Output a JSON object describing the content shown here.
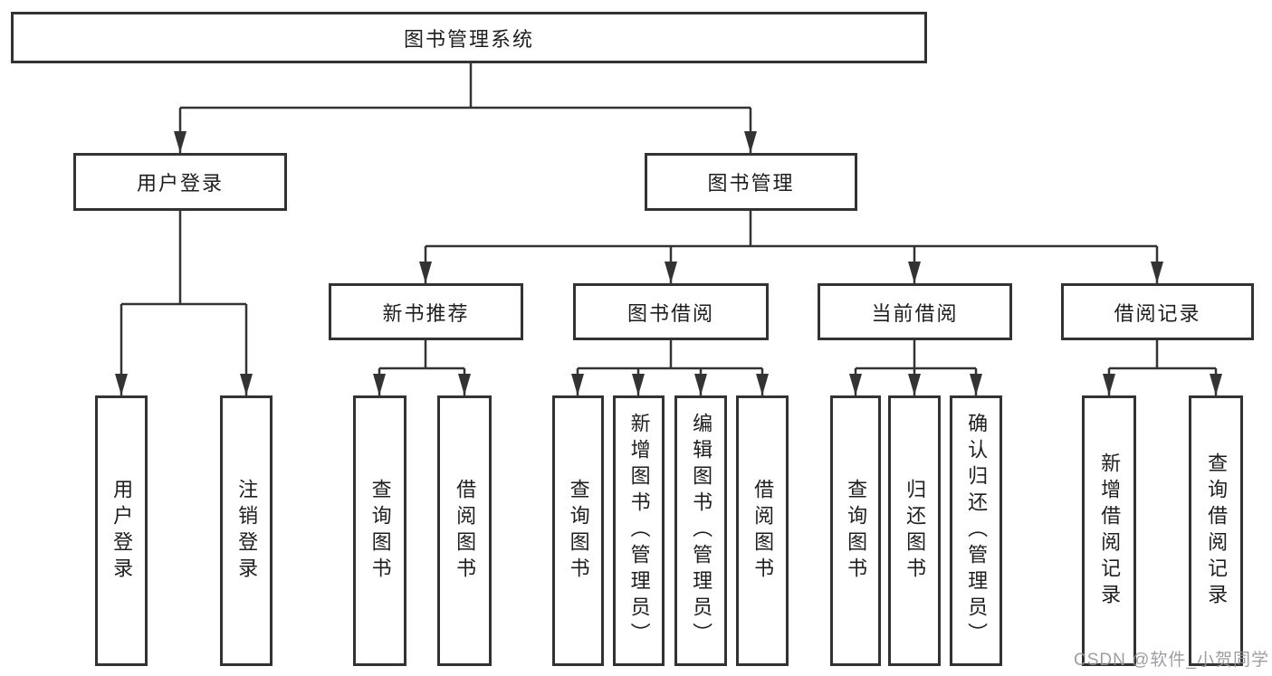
{
  "diagram": {
    "root": {
      "label": "图书管理系统"
    },
    "branches": [
      {
        "label": "用户登录",
        "children": [
          {
            "label": "用户登录"
          },
          {
            "label": "注销登录"
          }
        ]
      },
      {
        "label": "图书管理",
        "children": [
          {
            "label": "新书推荐",
            "children": [
              {
                "label": "查询图书"
              },
              {
                "label": "借阅图书"
              }
            ]
          },
          {
            "label": "图书借阅",
            "children": [
              {
                "label": "查询图书"
              },
              {
                "label": "新增图书（管理员）"
              },
              {
                "label": "编辑图书（管理员）"
              },
              {
                "label": "借阅图书"
              }
            ]
          },
          {
            "label": "当前借阅",
            "children": [
              {
                "label": "查询图书"
              },
              {
                "label": "归还图书"
              },
              {
                "label": "确认归还（管理员）"
              }
            ]
          },
          {
            "label": "借阅记录",
            "children": [
              {
                "label": "新增借阅记录"
              },
              {
                "label": "查询借阅记录"
              }
            ]
          }
        ]
      }
    ]
  },
  "watermark": {
    "text": "CSDN @软件_小贺同学",
    "color": "#96969a"
  },
  "colors": {
    "line": "#333333",
    "text": "#1e1e1e",
    "background": "#ffffff"
  }
}
